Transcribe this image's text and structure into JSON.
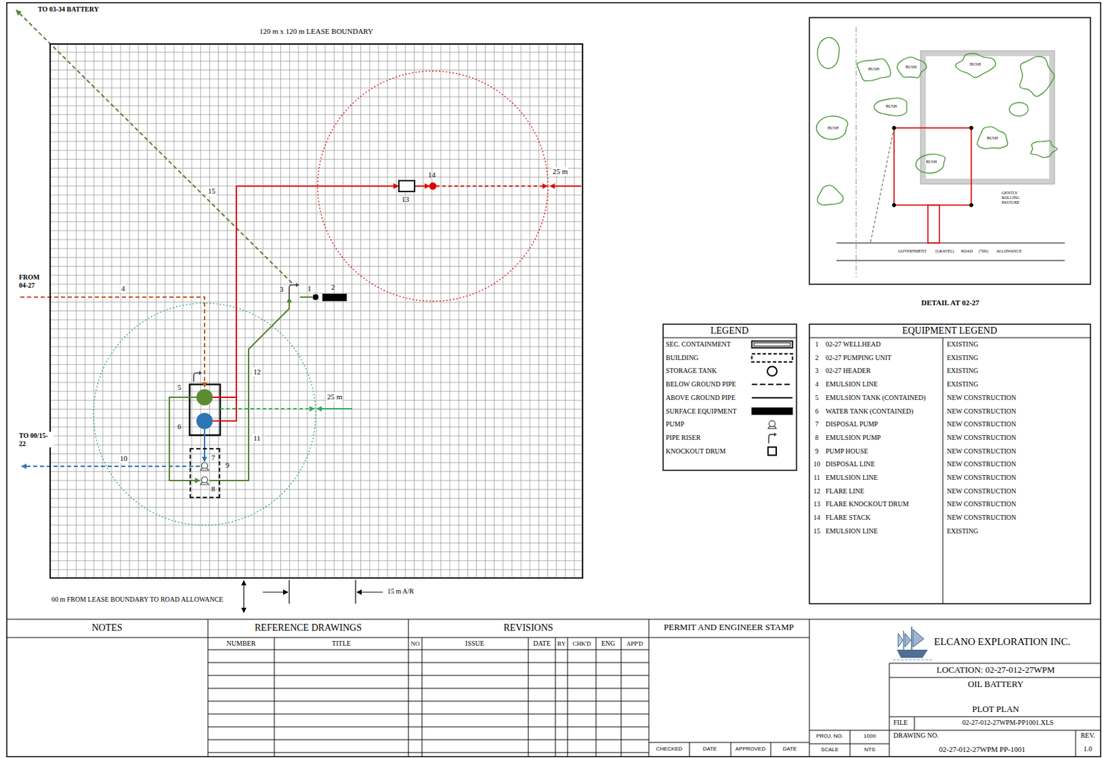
{
  "diagram": {
    "nodes": [
      {
        "text": [
          "120 m x 120 m LEASE BOUNDARY"
        ]
      },
      {
        "text": [
          "5"
        ],
        "in": 0
      },
      {
        "text": [
          "6"
        ],
        "in": 0
      },
      {
        "text": [
          "9"
        ],
        "in": 0
      },
      {
        "text": [
          "7"
        ],
        "in": 3
      },
      {
        "text": [
          "8"
        ],
        "in": 3
      },
      {
        "text": [
          "3"
        ],
        "in": 0
      },
      {
        "text": [
          "1"
        ],
        "in": 0
      },
      {
        "text": [
          "2"
        ],
        "in": 0
      },
      {
        "text": [
          "13"
        ],
        "in": 0
      },
      {
        "text": [
          "14"
        ],
        "in": 0
      }
    ],
    "edges": [
      {
        "from": 1,
        "to": 5,
        "arrow": "to"
      },
      {
        "from": 5,
        "to": 6,
        "label": "11",
        "arrow": "to"
      },
      {
        "from": 2,
        "to": 4,
        "arrow": "to"
      },
      {
        "from": 1,
        "to": 9,
        "arrow": "to"
      },
      {
        "from": 2,
        "to": 9,
        "arrow": "to"
      },
      {
        "from": 9,
        "to": 10,
        "arrow": "to"
      },
      {
        "from": 6,
        "to": 7,
        "arrow": "none"
      }
    ],
    "labels": [
      "TO 03-34 BATTERY",
      "15",
      "FROM 04-27",
      "4",
      "12",
      "25 m",
      "25 m",
      "TO 00/15-22",
      "10",
      "60 m FROM LEASE BOUNDARY TO ROAD ALLOWANCE",
      "15 m A/R",
      "BUSH",
      "BUSH",
      "BUSH",
      "BUSH",
      "BUSH",
      "BUSH",
      "BUSH",
      "GENTLY ROLLING PASTURE",
      "GOVERNMENT",
      "(GRAVEL)",
      "ROAD",
      "(70ft)",
      "ALLOWANCE",
      "DETAIL AT 02-27",
      "LEGEND",
      "EQUIPMENT LEGEND",
      "1",
      "02-27 WELLHEAD",
      "EXISTING",
      "2",
      "02-27 PUMPING UNIT",
      "EXISTING",
      "3",
      "02-27 HEADER",
      "EXISTING",
      "4",
      "EMULSION LINE",
      "EXISTING",
      "5",
      "EMULSION TANK (CONTAINED)",
      "NEW CONSTRUCTION",
      "6",
      "WATER TANK (CONTAINED)",
      "NEW CONSTRUCTION",
      "7",
      "DISPOSAL PUMP",
      "NEW CONSTRUCTION",
      "8",
      "EMULSION PUMP",
      "NEW CONSTRUCTION",
      "9",
      "PUMP HOUSE",
      "NEW CONSTRUCTION",
      "10",
      "DISPOSAL LINE",
      "NEW CONSTRUCTION",
      "11",
      "EMULSION LINE",
      "NEW CONSTRUCTION",
      "12",
      "FLARE LINE",
      "NEW CONSTRUCTION",
      "13",
      "FLARE KNOCKOUT DRUM",
      "NEW CONSTRUCTION",
      "14",
      "FLARE STACK",
      "NEW CONSTRUCTION",
      "15",
      "EMULSION LINE",
      "EXISTING",
      "NOTES",
      "REFERENCE DRAWINGS",
      "NUMBER",
      "TITLE",
      "REVISIONS",
      "NO",
      "ISSUE",
      "DATE",
      "BY",
      "CHK'D",
      "ENG",
      "APP'D",
      "PERMIT AND ENGINEER STAMP",
      "CHECKED",
      "DATE",
      "APPROVED",
      "DATE",
      "PROJ. NO.",
      "1000",
      "SCALE",
      "NTS",
      "ELCANO EXPLORATION INC.",
      "LOCATION: 02-27-012-27WPM",
      "OIL BATTERY",
      "PLOT PLAN",
      "FILE",
      "02-27-012-27WPM-PP1001.XLS",
      "DRAWING NO.",
      "02-27-012-27WPM PP-1001",
      "REV.",
      "1.0"
    ],
    "legend": [
      {
        "text": "SEC. CONTAINMENT"
      },
      {
        "text": "BUILDING"
      },
      {
        "text": "STORAGE TANK"
      },
      {
        "text": "BELOW GROUND PIPE"
      },
      {
        "text": "ABOVE GROUND PIPE"
      },
      {
        "text": "SURFACE EQUIPMENT"
      },
      {
        "text": "PUMP"
      },
      {
        "text": "PIPE RISER"
      },
      {
        "text": "KNOCKOUT DRUM"
      }
    ]
  }
}
